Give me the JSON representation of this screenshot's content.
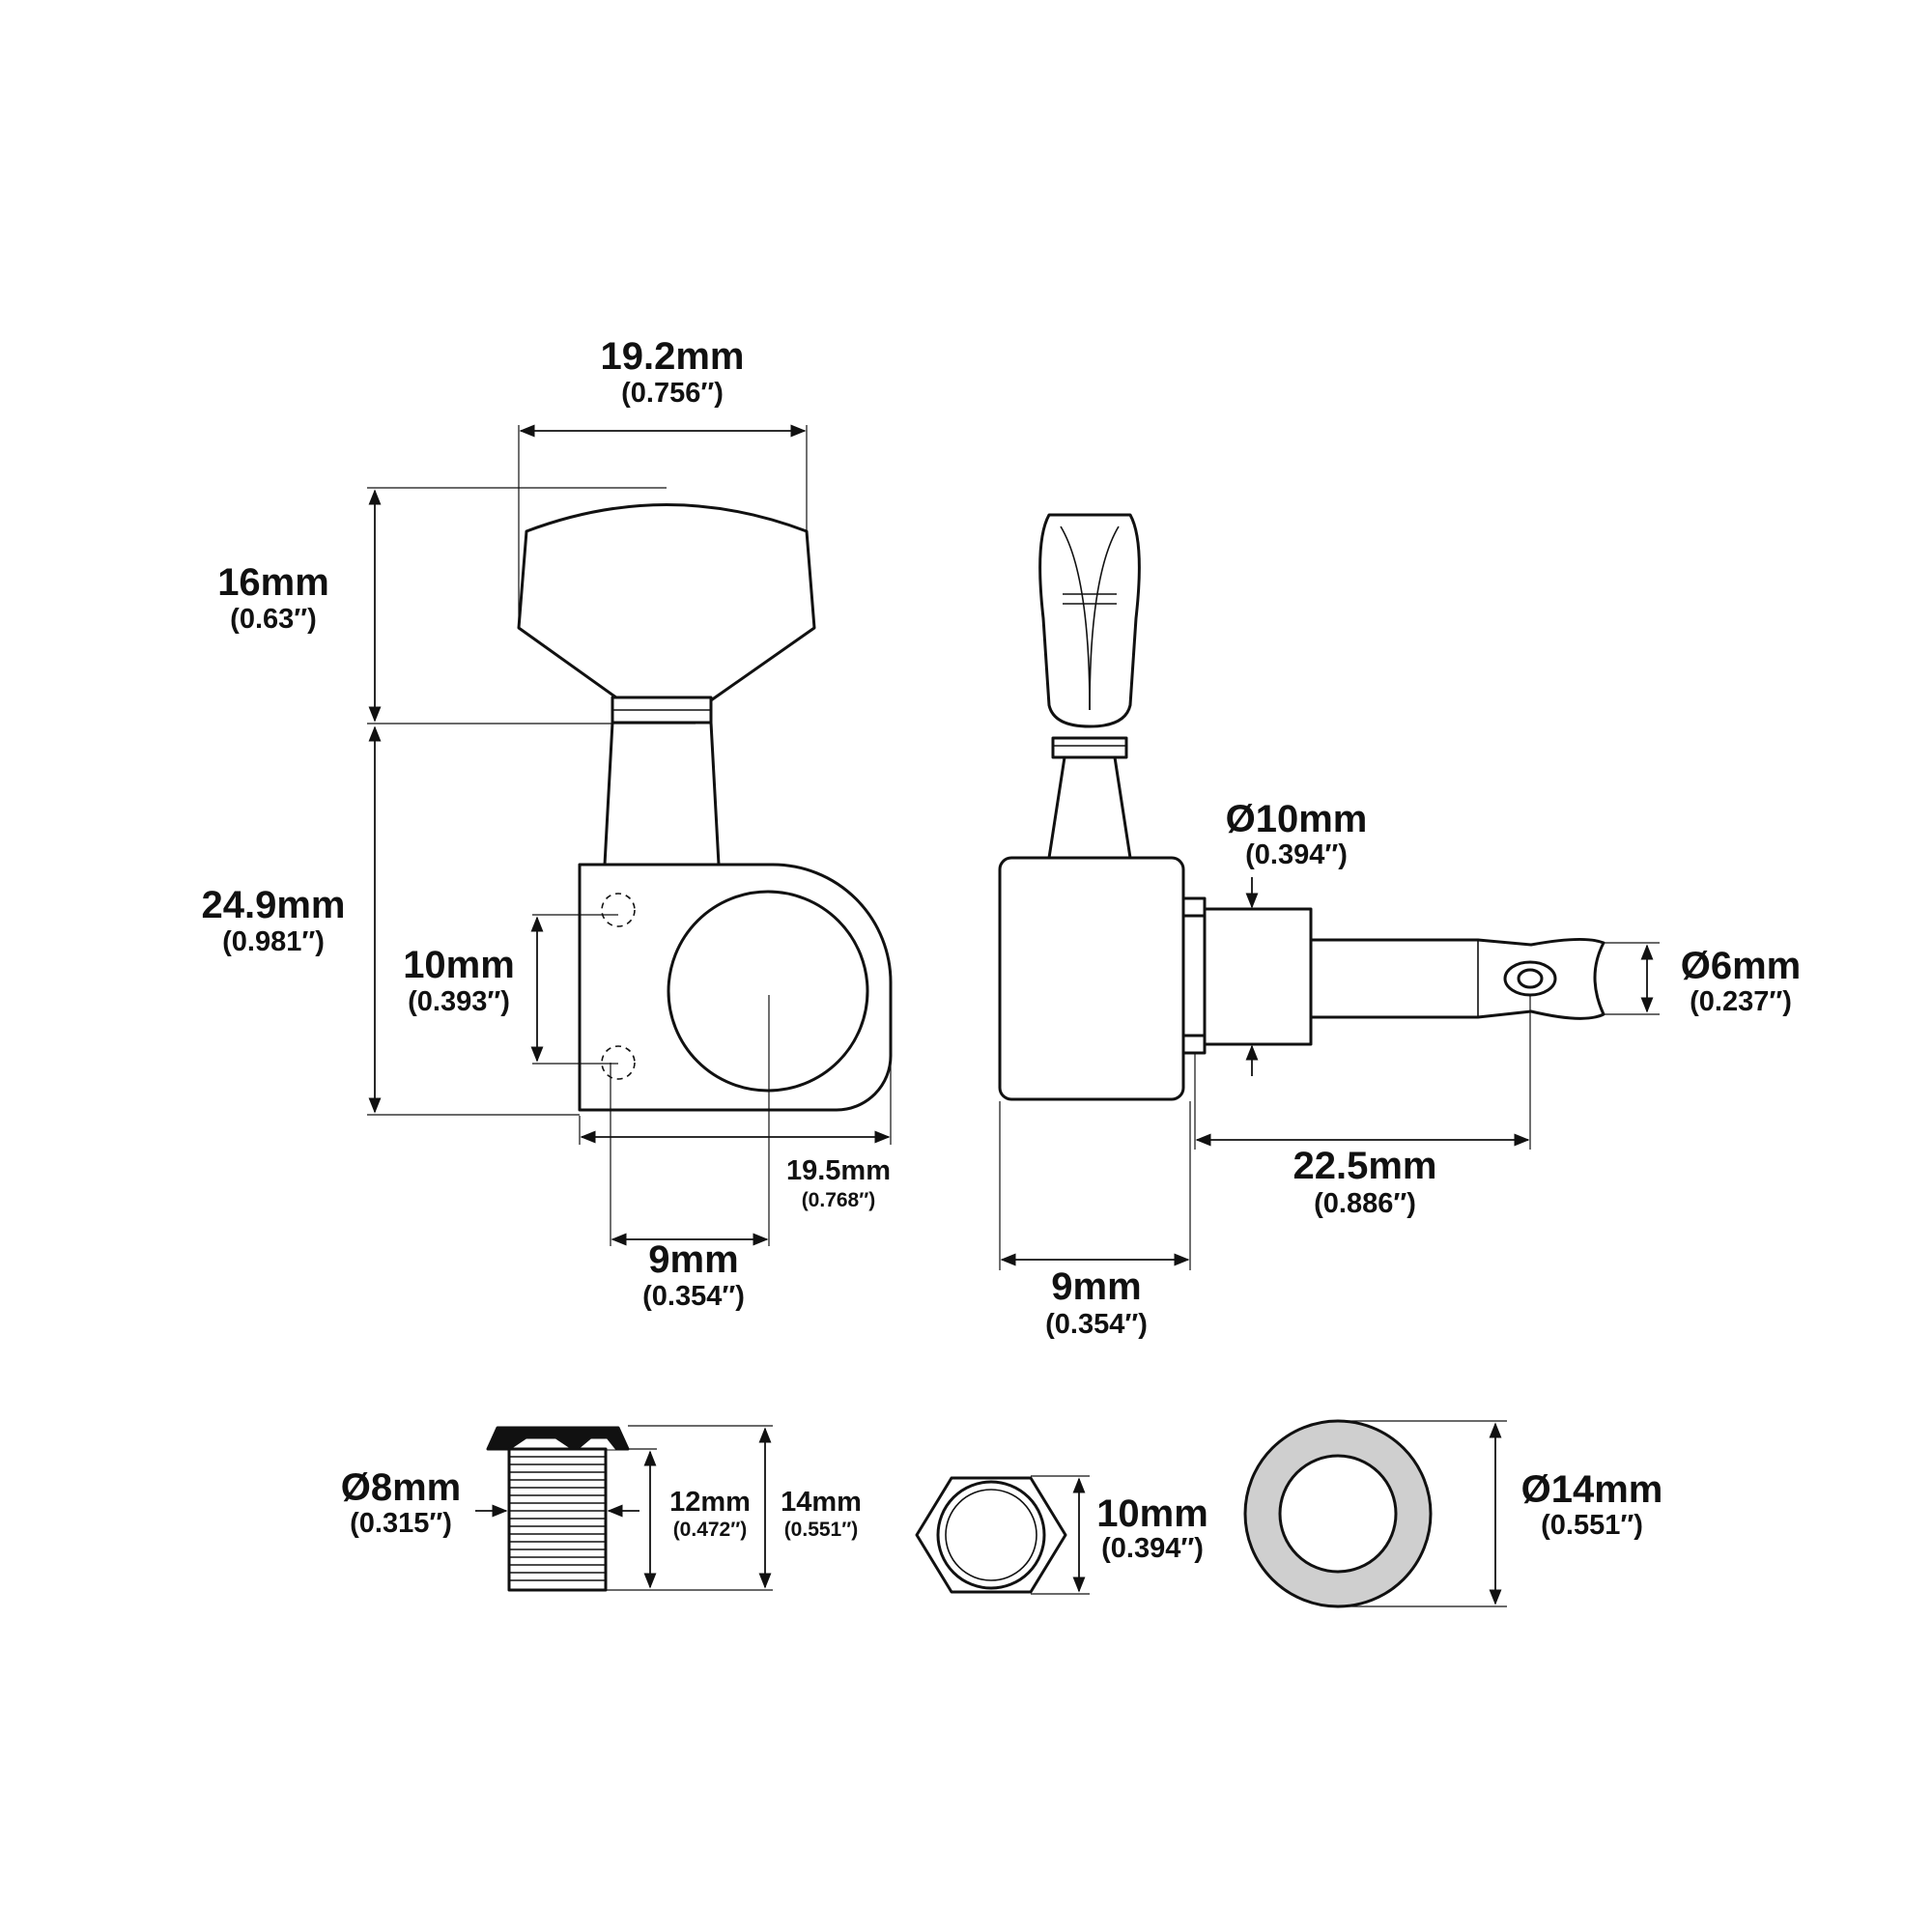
{
  "dimensions": {
    "button_width": {
      "mm": "19.2mm",
      "inch": "(0.756″)"
    },
    "button_height": {
      "mm": "16mm",
      "inch": "(0.63″)"
    },
    "body_height": {
      "mm": "24.9mm",
      "inch": "(0.981″)"
    },
    "screw_spacing": {
      "mm": "10mm",
      "inch": "(0.393″)"
    },
    "base_width": {
      "mm": "19.5mm",
      "inch": "(0.768″)"
    },
    "post_offset": {
      "mm": "9mm",
      "inch": "(0.354″)"
    },
    "housing_depth": {
      "mm": "9mm",
      "inch": "(0.354″)"
    },
    "post_length": {
      "mm": "22.5mm",
      "inch": "(0.886″)"
    },
    "bushing_diameter": {
      "mm": "Ø10mm",
      "inch": "(0.394″)"
    },
    "post_diameter": {
      "mm": "Ø6mm",
      "inch": "(0.237″)"
    },
    "thread_diameter": {
      "mm": "Ø8mm",
      "inch": "(0.315″)"
    },
    "thread_length": {
      "mm": "12mm",
      "inch": "(0.472″)"
    },
    "ferrule_length": {
      "mm": "14mm",
      "inch": "(0.551″)"
    },
    "hex_nut_width": {
      "mm": "10mm",
      "inch": "(0.394″)"
    },
    "washer_diameter": {
      "mm": "Ø14mm",
      "inch": "(0.551″)"
    }
  },
  "colors": {
    "line": "#111111",
    "background": "#ffffff",
    "washer_fill": "#cfcfcf"
  }
}
